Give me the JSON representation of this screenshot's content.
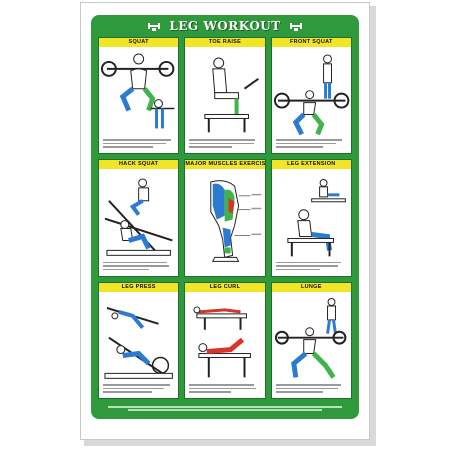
{
  "poster": {
    "title": "LEG WORKOUT",
    "logo_icon": "dumbbell-logo-icon",
    "colors": {
      "frame": "#2f9a3c",
      "label": "#f2e427",
      "muscle_blue": "#2a7bd1",
      "muscle_green": "#3fb44a",
      "muscle_red": "#d8342b"
    }
  },
  "panels": [
    {
      "title": "SQUAT"
    },
    {
      "title": "TOE RAISE"
    },
    {
      "title": "FRONT SQUAT"
    },
    {
      "title": "HACK SQUAT"
    },
    {
      "title": "MAJOR MUSCLES EXERCISED"
    },
    {
      "title": "LEG EXTENSION"
    },
    {
      "title": "LEG PRESS"
    },
    {
      "title": "LEG CURL"
    },
    {
      "title": "LUNGE"
    }
  ]
}
